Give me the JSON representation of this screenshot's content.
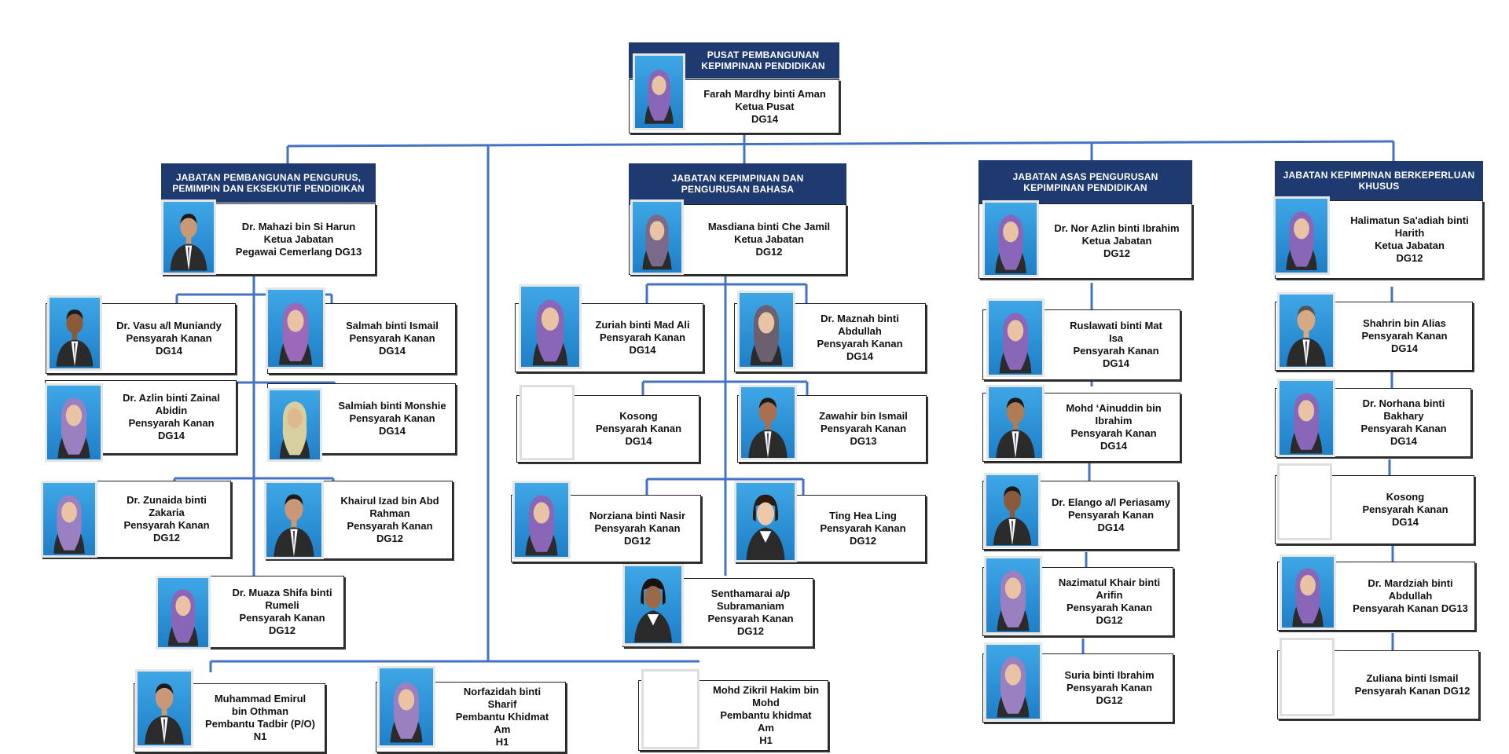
{
  "colors": {
    "header_bg": "#1f3a6e",
    "connector": "#4472c4",
    "card_border": "#222222"
  },
  "departments": [
    {
      "title": "PUSAT PEMBANGUNAN\nKEPIMPINAN PENDIDIKAN"
    },
    {
      "title": "JABATAN PEMBANGUNAN PENGURUS,\nPEMIMPIN DAN EKSEKUTIF PENDIDIKAN"
    },
    {
      "title": "JABATAN KEPIMPINAN DAN\nPENGURUSAN BAHASA"
    },
    {
      "title": "JABATAN ASAS PENGURUSAN\nKEPIMPINAN PENDIDIKAN"
    },
    {
      "title": "JABATAN KEPIMPINAN BERKEPERLUAN\nKHUSUS"
    }
  ],
  "staff": [
    {
      "name": "Farah Mardhy binti Aman",
      "role": "Ketua Pusat",
      "grade": "DG14",
      "photo": "hijab"
    },
    {
      "name": "Dr. Mahazi bin  Si Harun",
      "role": "Ketua Jabatan",
      "grade": "Pegawai Cemerlang DG13",
      "photo": "man"
    },
    {
      "name": "Masdiana binti Che Jamil",
      "role": "Ketua Jabatan",
      "grade": "DG12",
      "photo": "hijab"
    },
    {
      "name": "Dr. Nor Azlin binti Ibrahim",
      "role": "Ketua Jabatan",
      "grade": "DG12",
      "photo": "hijab"
    },
    {
      "name": "Halimatun Sa'adiah binti\nHarith",
      "role": "Ketua Jabatan",
      "grade": "DG12",
      "photo": "hijab"
    },
    {
      "name": "Dr. Vasu a/l Muniandy",
      "role": "Pensyarah Kanan",
      "grade": "DG14",
      "photo": "man"
    },
    {
      "name": "Salmah binti Ismail",
      "role": "Pensyarah Kanan",
      "grade": "DG14",
      "photo": "hijab"
    },
    {
      "name": "Dr. Azlin binti Zainal\nAbidin",
      "role": "Pensyarah Kanan",
      "grade": "DG14",
      "photo": "hijab"
    },
    {
      "name": "Salmiah binti Monshie",
      "role": "Pensyarah Kanan",
      "grade": "DG14",
      "photo": "hijab"
    },
    {
      "name": "Dr. Zunaida binti\nZakaria",
      "role": "Pensyarah Kanan",
      "grade": "DG12",
      "photo": "hijab"
    },
    {
      "name": "Khairul Izad bin Abd\nRahman",
      "role": "Pensyarah Kanan",
      "grade": "DG12",
      "photo": "man"
    },
    {
      "name": "Dr. Muaza Shifa binti\nRumeli",
      "role": "Pensyarah Kanan",
      "grade": "DG12",
      "photo": "hijab"
    },
    {
      "name": "Zuriah binti Mad Ali",
      "role": "Pensyarah Kanan",
      "grade": "DG14",
      "photo": "hijab"
    },
    {
      "name": "Dr. Maznah binti\nAbdullah",
      "role": "Pensyarah Kanan",
      "grade": "DG14",
      "photo": "hijab"
    },
    {
      "name": "Kosong",
      "role": "Pensyarah Kanan",
      "grade": "DG14",
      "photo": "blank"
    },
    {
      "name": "Zawahir bin Ismail",
      "role": "Pensyarah Kanan",
      "grade": "DG13",
      "photo": "man"
    },
    {
      "name": "Norziana binti Nasir",
      "role": "Pensyarah Kanan",
      "grade": "DG12",
      "photo": "hijab"
    },
    {
      "name": "Ting Hea Ling",
      "role": "Pensyarah Kanan",
      "grade": "DG12",
      "photo": "woman"
    },
    {
      "name": "Senthamarai a/p\nSubramaniam",
      "role": "Pensyarah Kanan",
      "grade": "DG12",
      "photo": "woman"
    },
    {
      "name": "Ruslawati binti Mat\nIsa",
      "role": "Pensyarah Kanan",
      "grade": "DG14",
      "photo": "hijab"
    },
    {
      "name": "Mohd ‘Ainuddin bin\nIbrahim",
      "role": "Pensyarah Kanan",
      "grade": "DG14",
      "photo": "man"
    },
    {
      "name": "Dr. Elango a/l Periasamy",
      "role": "Pensyarah Kanan",
      "grade": "DG14",
      "photo": "man"
    },
    {
      "name": "Nazimatul Khair binti\nArifin",
      "role": "Pensyarah Kanan",
      "grade": "DG12",
      "photo": "hijab"
    },
    {
      "name": "Suria binti Ibrahim",
      "role": "Pensyarah Kanan",
      "grade": "DG12",
      "photo": "hijab"
    },
    {
      "name": "Shahrin bin Alias",
      "role": "Pensyarah Kanan",
      "grade": "DG14",
      "photo": "man"
    },
    {
      "name": "Dr. Norhana binti\nBakhary",
      "role": "Pensyarah Kanan",
      "grade": "DG14",
      "photo": "hijab"
    },
    {
      "name": "Kosong",
      "role": "Pensyarah Kanan",
      "grade": "DG14",
      "photo": "blank"
    },
    {
      "name": "Dr. Mardziah binti\nAbdullah",
      "role": "Pensyarah Kanan DG13",
      "grade": "",
      "photo": "hijab"
    },
    {
      "name": "Zuliana binti Ismail",
      "role": "Pensyarah Kanan DG12",
      "grade": "",
      "photo": "blank"
    },
    {
      "name": "Muhammad Emirul\nbin Othman",
      "role": "Pembantu Tadbir (P/O)",
      "grade": "N1",
      "photo": "man"
    },
    {
      "name": "Norfazidah binti\nSharif",
      "role": "Pembantu Khidmat\nAm",
      "grade": "H1",
      "photo": "hijab"
    },
    {
      "name": "Mohd Zikril Hakim bin\nMohd",
      "role": "Pembantu khidmat\nAm",
      "grade": "H1",
      "photo": "blank"
    }
  ]
}
